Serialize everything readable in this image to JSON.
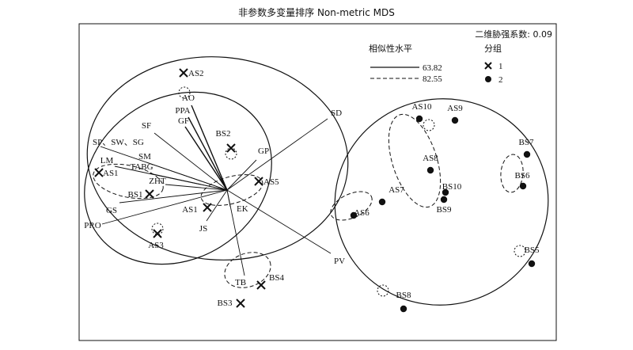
{
  "chart_data": {
    "type": "scatter",
    "title": "非参数多变量排序  Non-metric MDS",
    "stress_label": "二维胁强系数: 0.09",
    "similarity_legend": {
      "title": "相似性水平",
      "entries": [
        {
          "label": "63.82",
          "style": "solid"
        },
        {
          "label": "82.55",
          "style": "dashed"
        }
      ]
    },
    "group_legend": {
      "title": "分组",
      "entries": [
        {
          "label": "1",
          "marker": "cross"
        },
        {
          "label": "2",
          "marker": "dot"
        }
      ]
    },
    "points": [
      {
        "label": "AS2",
        "group": "1",
        "x": -0.55,
        "y": 1.48
      },
      {
        "label": "BS2",
        "group": "1",
        "x": 0.05,
        "y": 0.53
      },
      {
        "label": "AS1",
        "group": "1",
        "x": -1.62,
        "y": 0.22
      },
      {
        "label": "BS1",
        "group": "1",
        "x": -0.98,
        "y": -0.05
      },
      {
        "label": "AS5",
        "group": "1",
        "x": 0.4,
        "y": 0.11
      },
      {
        "label": "AS1",
        "group": "1",
        "x": -0.25,
        "y": -0.22
      },
      {
        "label": "AS3",
        "group": "1",
        "x": -0.88,
        "y": -0.55
      },
      {
        "label": "BS4",
        "group": "1",
        "x": 0.43,
        "y": -1.2
      },
      {
        "label": "BS3",
        "group": "1",
        "x": 0.17,
        "y": -1.43
      },
      {
        "label": "AS10",
        "group": "2",
        "x": 2.43,
        "y": 0.9
      },
      {
        "label": "AS9",
        "group": "2",
        "x": 2.88,
        "y": 0.88
      },
      {
        "label": "AS8",
        "group": "2",
        "x": 2.57,
        "y": 0.25
      },
      {
        "label": "BS10",
        "group": "2",
        "x": 2.76,
        "y": -0.03
      },
      {
        "label": "BS9",
        "group": "2",
        "x": 2.74,
        "y": -0.12
      },
      {
        "label": "AS7",
        "group": "2",
        "x": 1.96,
        "y": -0.15
      },
      {
        "label": "AS6",
        "group": "2",
        "x": 1.6,
        "y": -0.32
      },
      {
        "label": "BS7",
        "group": "2",
        "x": 3.79,
        "y": 0.45
      },
      {
        "label": "BS6",
        "group": "2",
        "x": 3.74,
        "y": 0.05
      },
      {
        "label": "BS5",
        "group": "2",
        "x": 3.85,
        "y": -0.93
      },
      {
        "label": "BS8",
        "group": "2",
        "x": 2.23,
        "y": -1.5
      }
    ],
    "vectors": [
      {
        "label": "AO",
        "x": -0.45,
        "y": 1.07
      },
      {
        "label": "PPA",
        "x": -0.49,
        "y": 0.92
      },
      {
        "label": "GF",
        "x": -0.53,
        "y": 0.8
      },
      {
        "label": "SF",
        "x": -0.92,
        "y": 0.72
      },
      {
        "label": "SP、SW、SG",
        "x": -1.6,
        "y": 0.55
      },
      {
        "label": "SM",
        "x": -1.02,
        "y": 0.35
      },
      {
        "label": "LM",
        "x": -1.42,
        "y": 0.3
      },
      {
        "label": "TABG",
        "x": -0.98,
        "y": 0.21
      },
      {
        "label": "ZHT",
        "x": -0.78,
        "y": 0.07
      },
      {
        "label": "GS",
        "x": -1.36,
        "y": -0.16
      },
      {
        "label": "PRO",
        "x": -1.58,
        "y": -0.43
      },
      {
        "label": "SD",
        "x": 1.27,
        "y": 0.9
      },
      {
        "label": "GP",
        "x": 0.37,
        "y": 0.38
      },
      {
        "label": "EK",
        "x": 0.04,
        "y": -0.21
      },
      {
        "label": "JS",
        "x": -0.26,
        "y": -0.39
      },
      {
        "label": "TB",
        "x": 0.22,
        "y": -1.08
      },
      {
        "label": "PV",
        "x": 1.31,
        "y": -0.8
      }
    ],
    "xlim": [
      -2.0,
      4.5
    ],
    "ylim": [
      -2.0,
      2.0
    ]
  }
}
